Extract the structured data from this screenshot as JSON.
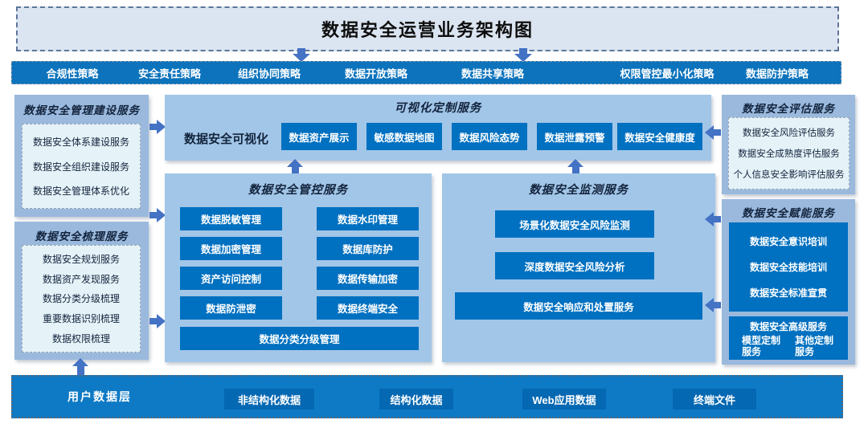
{
  "title": "数据安全运营业务架构图",
  "policy_bar": {
    "items": [
      "合规性策略",
      "安全责任策略",
      "组织协同策略",
      "数据开放策略",
      "数据共享策略",
      "权限管控最小化策略",
      "数据防护策略"
    ]
  },
  "left": {
    "mgmt": {
      "title": "数据安全管理建设服务",
      "items": [
        "数据安全体系建设服务",
        "数据安全组织建设服务",
        "数据安全管理体系优化"
      ]
    },
    "sorting": {
      "title": "数据安全梳理服务",
      "items": [
        "数据安全规划服务",
        "数据资产发现服务",
        "数据分类分级梳理",
        "重要数据识别梳理",
        "数据权限梳理"
      ]
    }
  },
  "center": {
    "visual": {
      "title": "可视化定制服务",
      "label": "数据安全可视化",
      "buttons": [
        "数据资产展示",
        "敏感数据地图",
        "数据风险态势",
        "数据泄露预警",
        "数据安全健康度"
      ]
    },
    "control": {
      "title": "数据安全管控服务",
      "col1": [
        "数据脱敏管理",
        "数据加密管理",
        "资产访问控制",
        "数据防泄密"
      ],
      "col2": [
        "数据水印管理",
        "数据库防护",
        "数据传输加密",
        "数据终端安全"
      ],
      "bottom": "数据分类分级管理"
    },
    "monitor": {
      "title": "数据安全监测服务",
      "buttons": [
        "场景化数据安全风险监测",
        "深度数据安全风险分析",
        "数据安全响应和处置服务"
      ]
    }
  },
  "right": {
    "assess": {
      "title": "数据安全评估服务",
      "items": [
        "数据安全风险评估服务",
        "数据安全成熟度评估服务",
        "个人信息安全影响评估服务"
      ]
    },
    "enable": {
      "title": "数据安全赋能服务",
      "training_items": [
        "数据安全意识培训",
        "数据安全技能培训",
        "数据安全标准宣贯"
      ],
      "advanced_header": "数据安全高级服务",
      "advanced_items": [
        "模型定制服务",
        "其他定制服务"
      ]
    }
  },
  "bottom_bar": {
    "label": "用户数据层",
    "items": [
      "非结构化数据",
      "结构化数据",
      "Web应用数据",
      "终端文件"
    ]
  },
  "colors": {
    "title_box_bg": "#dbe5f1",
    "policy_bar_bg": "#0c73bc",
    "side_box_bg": "#9ab9dd",
    "center_box_bg": "#a2c6e8",
    "button_bg": "#0070c0",
    "inner_box_bg": "#e5f2f8",
    "bottom_bar_bg": "#0e7ac5",
    "bottom_button_bg": "#0568b2",
    "arrow": "#4472c4",
    "dark_text": "#13243d",
    "dash_border": "#5d7599"
  }
}
